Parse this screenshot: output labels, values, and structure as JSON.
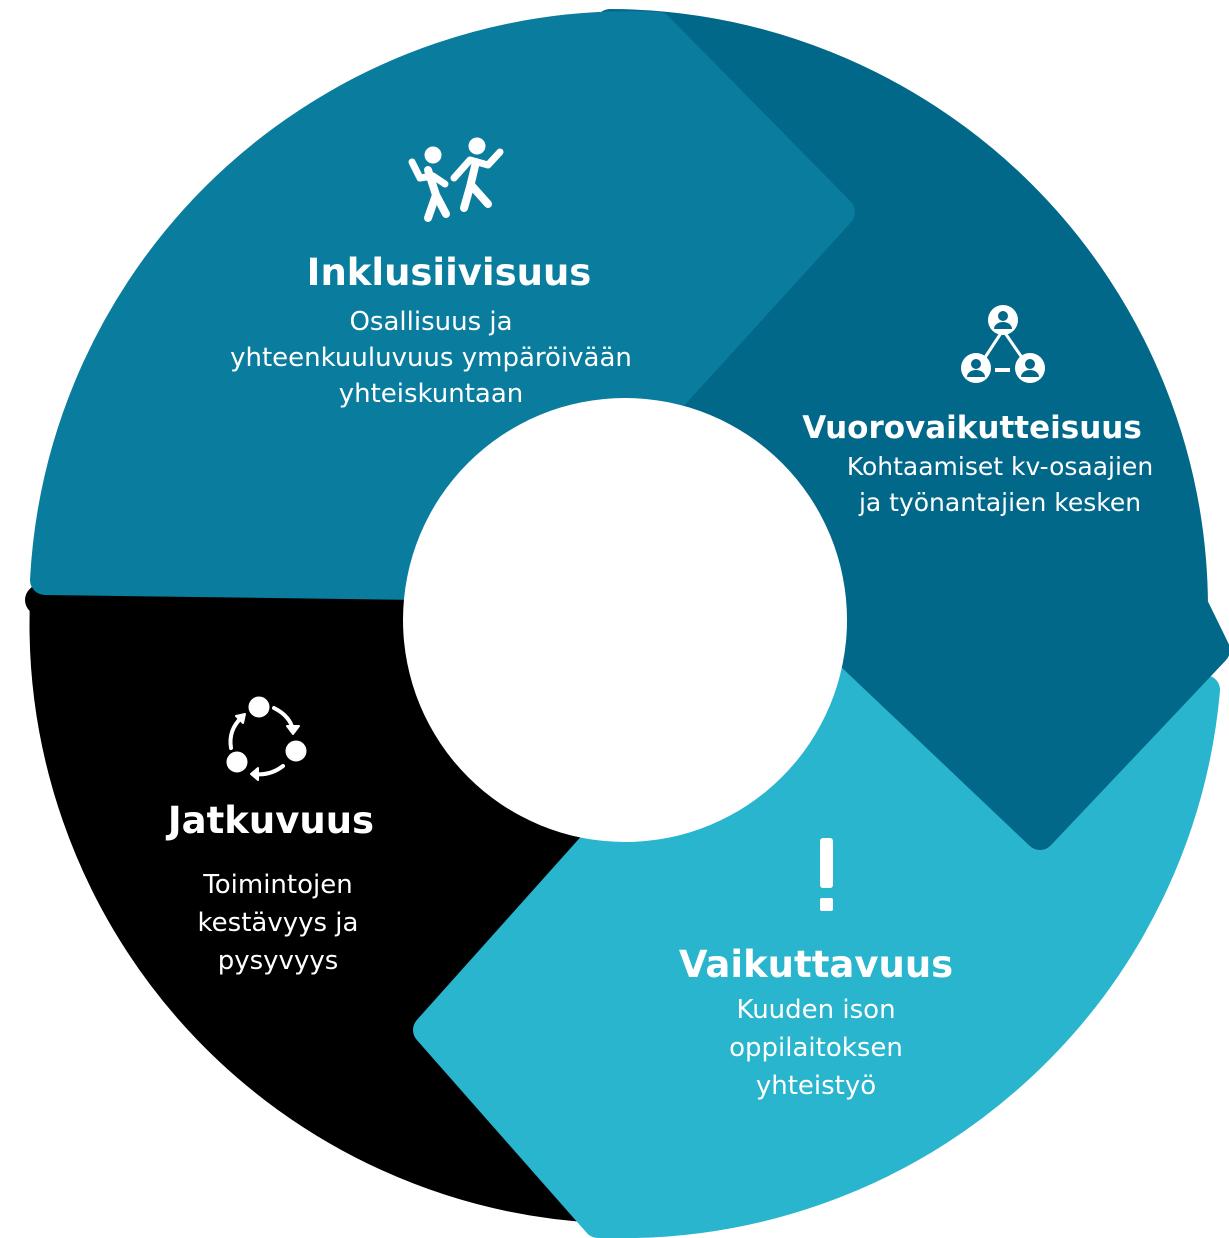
{
  "segments": [
    {
      "id": "inklusiivisuus",
      "title": "Inklusiivisuus",
      "lines": [
        "Osallisuus ja",
        "yhteenkuuluvuus ympäröivään",
        "yhteiskuntaan"
      ],
      "icon": "dancing-people-icon",
      "color": "#0A7D9E"
    },
    {
      "id": "vuorovaikutteisuus",
      "title": "Vuorovaikutteisuus",
      "lines": [
        "Kohtaamiset kv-osaajien",
        "ja työnantajien kesken"
      ],
      "icon": "connected-users-icon",
      "color": "#026889"
    },
    {
      "id": "vaikuttavuus",
      "title": "Vaikuttavuus",
      "lines": [
        "Kuuden ison",
        "oppilaitoksen",
        "yhteistyö"
      ],
      "icon": "exclamation-icon",
      "color": "#28B5CD"
    },
    {
      "id": "jatkuvuus",
      "title": "Jatkuvuus",
      "lines": [
        "Toimintojen",
        "kestävyys ja",
        "pysyvyys"
      ],
      "icon": "cycle-arrows-icon",
      "color": "#000000"
    }
  ]
}
